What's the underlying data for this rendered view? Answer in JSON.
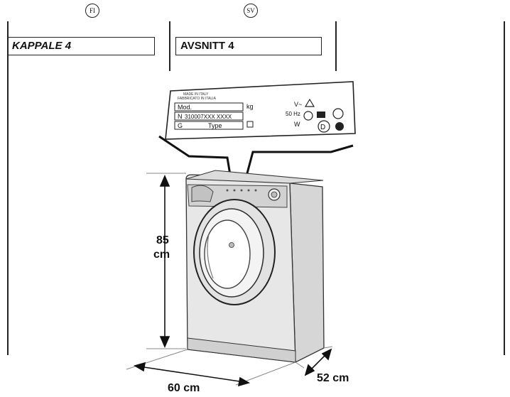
{
  "columns": [
    {
      "lang_code": "FI",
      "section_title": "KAPPALE 4"
    },
    {
      "lang_code": "SV",
      "section_title": "AVSNITT 4"
    }
  ],
  "rating_plate": {
    "made_in_1": "MADE IN ITALY",
    "made_in_2": "FABBRICATO IN ITALIA",
    "mod_label": "Mod.",
    "kg_label": "kg",
    "voltage_label": "V~",
    "n_label": "N",
    "serial": "310007XXX XXXX",
    "frequency": "50 Hz",
    "g_label": "G",
    "type_label": "Type",
    "power_unit": "W",
    "d_mark": "D"
  },
  "dimensions": {
    "height": "85",
    "height_unit": "cm",
    "width": "60 cm",
    "depth": "52 cm"
  }
}
